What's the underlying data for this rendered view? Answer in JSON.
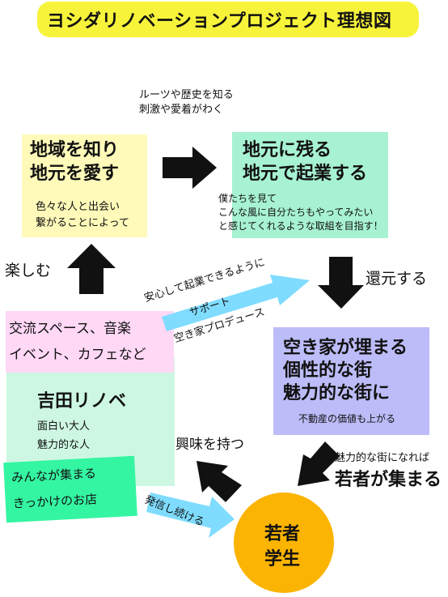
{
  "title": "ヨシダリノベーションプロジェクト理想図",
  "top_note": [
    "ルーツや歴史を知る",
    "刺激や愛着がわく"
  ],
  "box_local": {
    "main": [
      "地域を知り",
      "地元を愛す"
    ],
    "sub": [
      "色々な人と出会い",
      "繋がることによって"
    ]
  },
  "box_remain": {
    "main": [
      "地元に残る",
      "地元で起業する"
    ]
  },
  "remain_note": [
    "僕たちを見て",
    "こんな風に自分たちもやってみたい",
    "と感じてくれるような取組を目指す！"
  ],
  "label_kangen": "還元する",
  "box_akiya": {
    "main": [
      "空き家が埋まる",
      "個性的な街",
      "魅力的な街に"
    ],
    "sub": "不動産の価値も上がる"
  },
  "young_note": [
    "魅力的な街になれば",
    "若者が集まる"
  ],
  "circle": [
    "若者",
    "学生"
  ],
  "label_hasshin": "発信し続ける",
  "label_kyomi": "興味を持つ",
  "box_yoshida": {
    "title": "吉田リノベ",
    "sub": [
      "面白い大人",
      "魅力的な人"
    ]
  },
  "box_minna": [
    "みんなが集まる",
    "きっかけのお店"
  ],
  "box_kouryu": [
    "交流スペース、音楽",
    "イベント、カフェなど"
  ],
  "label_tanoshimu": "楽しむ",
  "support": {
    "line1": "安心して起業できるように",
    "line2": "サポート",
    "line3": "空き家プロデュース"
  },
  "colors": {
    "yellow_bar": "#f7f33b",
    "cream": "#fffaba",
    "mint": "#a7f2d2",
    "lavender": "#bcbcf9",
    "orange": "#fbb402",
    "mint_light": "#cdf7e2",
    "green": "#34f5a2",
    "pink": "#ffd8f5",
    "sky": "#7fdcff"
  }
}
